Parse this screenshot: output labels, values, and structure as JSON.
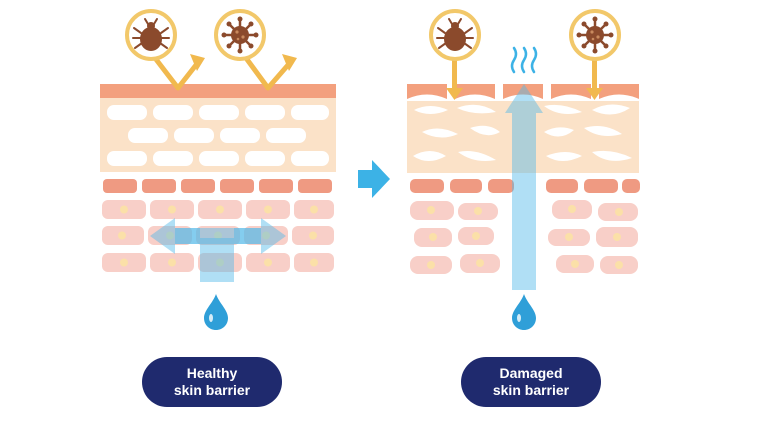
{
  "panels": [
    {
      "label_line1": "Healthy",
      "label_line2": "skin barrier"
    },
    {
      "label_line1": "Damaged",
      "label_line2": "skin barrier"
    }
  ],
  "colors": {
    "surface": "#f3a07e",
    "stratum": "#fbe2c8",
    "brick": "#ffffff",
    "basal": "#ef9a82",
    "cell": "#f8cfc8",
    "nucleus": "#fbe0a8",
    "water": "#4fb7e9",
    "arrow": "#3cb2e6",
    "allergen_ring": "#f2c86a",
    "allergen": "#8b4a2c",
    "label_bg": "#1f2a6e"
  },
  "icons": [
    "dust-mite-icon",
    "virus-icon",
    "water-drop-icon",
    "heat-wave-icon"
  ]
}
